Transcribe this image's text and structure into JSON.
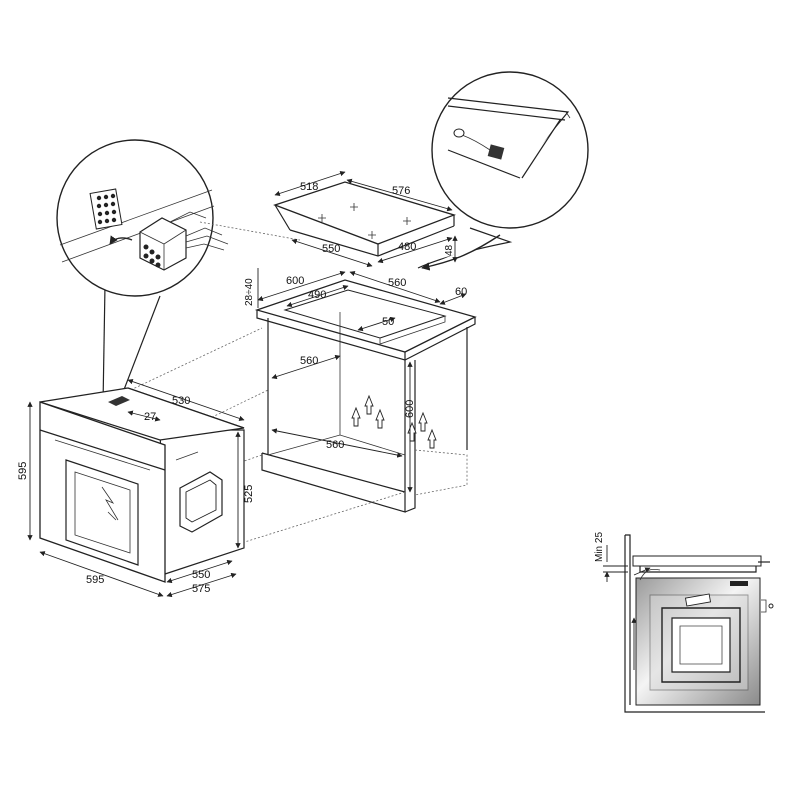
{
  "dims": {
    "hob_depth": "518",
    "hob_width": "576",
    "hob_cut_depth": "550",
    "hob_cut_width": "480",
    "hob_height": "48",
    "counter_depth": "600",
    "counter_width": "560",
    "counter_cut": "490",
    "counter_gap_top": "28÷40",
    "counter_side": "60",
    "counter_inner": "50",
    "cabinet_inner_width": "560",
    "cabinet_height": "600",
    "cabinet_bottom_width": "560",
    "oven_depth": "530",
    "oven_panel": "27",
    "oven_height": "595",
    "oven_body_height": "525",
    "oven_width": "595",
    "oven_body_depth": "550",
    "oven_total_depth": "575",
    "side_min": "Min 25"
  }
}
